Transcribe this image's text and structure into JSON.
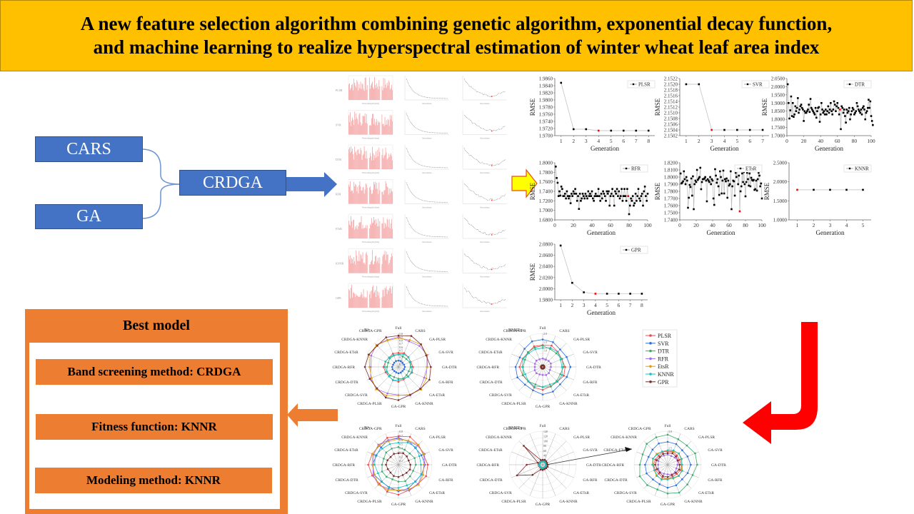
{
  "title": {
    "line1": "A new feature selection algorithm combining genetic algorithm, exponential decay function,",
    "line2": "and machine learning to realize hyperspectral estimation of winter wheat leaf area index"
  },
  "flow": {
    "input1": "CARS",
    "input2": "GA",
    "merged": "CRDGA"
  },
  "best_model": {
    "heading": "Best model",
    "items": [
      "Band screening method: CRDGA",
      "Fitness function: KNNR",
      "Modeling method: KNNR"
    ]
  },
  "colors": {
    "title_bg": "#FFC000",
    "flow_box": "#4472C4",
    "best_model": "#ED7D31",
    "yellow_arrow": "#FFFF00",
    "red_arrow": "#FF0000",
    "best_point": "#FF0000"
  },
  "spectral_panel": {
    "models": [
      "PLSR",
      "SVR",
      "DTR",
      "RFR",
      "ETsR",
      "KNNR",
      "GPR"
    ],
    "col1_xlabel": "Wavelength (nm)",
    "col1_ylabel": "Iterations",
    "col2_xlabel": "Iterations",
    "col2_ylabel": "Number of bands",
    "col3_xlabel": "Iterations",
    "col3_ylabel": "RMSE"
  },
  "chart_data": [
    {
      "type": "line",
      "legend": "PLSR",
      "xlabel": "Generation",
      "ylabel": "RMSE",
      "ylim": [
        1.97,
        1.986
      ],
      "yticks": [
        "1.9700",
        "1.9720",
        "1.9740",
        "1.9760",
        "1.9780",
        "1.9800",
        "1.9820",
        "1.9840",
        "1.9860"
      ],
      "xticks": [
        "1",
        "2",
        "3",
        "4",
        "5",
        "6",
        "7",
        "8"
      ],
      "x": [
        1,
        2,
        3,
        4,
        5,
        6,
        7,
        8
      ],
      "y": [
        1.9848,
        1.9718,
        1.9718,
        1.9714,
        1.9714,
        1.9714,
        1.9714,
        1.9714
      ],
      "best_index": 3
    },
    {
      "type": "line",
      "legend": "SVR",
      "xlabel": "Generation",
      "ylabel": "RMSE",
      "ylim": [
        2.1502,
        2.1522
      ],
      "yticks": [
        "2.1502",
        "2.1504",
        "2.1506",
        "2.1508",
        "2.1510",
        "2.1512",
        "2.1514",
        "2.1516",
        "2.1518",
        "2.1520",
        "2.1522"
      ],
      "xticks": [
        "1",
        "2",
        "3",
        "4",
        "5",
        "6",
        "7"
      ],
      "x": [
        1,
        2,
        3,
        4,
        5,
        6,
        7
      ],
      "y": [
        2.152,
        2.152,
        2.1504,
        2.1504,
        2.1504,
        2.1504,
        2.1504
      ],
      "best_index": 2
    },
    {
      "type": "line",
      "legend": "DTR",
      "xlabel": "Generation",
      "ylabel": "RMSE",
      "ylim": [
        1.7,
        2.05
      ],
      "yticks": [
        "1.7000",
        "1.7500",
        "1.8000",
        "1.8500",
        "1.9000",
        "1.9500",
        "2.0000",
        "2.0500"
      ],
      "xticks": [
        "0",
        "20",
        "40",
        "60",
        "80",
        "100"
      ],
      "x_range": [
        1,
        100
      ],
      "y": [
        2.015,
        1.9,
        1.805,
        1.855,
        1.94,
        1.82,
        1.9,
        1.815,
        1.83,
        1.88,
        1.85,
        1.87,
        1.93,
        1.84,
        1.86,
        1.88,
        1.89,
        1.87,
        1.86,
        1.79,
        1.85,
        1.84,
        1.84,
        1.85,
        1.86,
        1.89,
        1.845,
        1.925,
        1.87,
        1.86,
        1.85,
        1.84,
        1.83,
        1.87,
        1.81,
        1.85,
        1.87,
        1.875,
        1.785,
        1.83,
        1.9,
        1.86,
        1.84,
        1.85,
        1.83,
        1.86,
        1.83,
        1.85,
        1.88,
        1.84,
        1.86,
        1.9,
        1.85,
        1.83,
        1.86,
        1.91,
        1.89,
        1.85,
        1.88,
        1.9,
        1.87,
        1.83,
        1.86,
        1.74,
        1.88,
        1.87,
        1.84,
        1.86,
        1.82,
        1.78,
        1.86,
        1.84,
        1.85,
        1.87,
        1.8,
        1.83,
        1.85,
        1.87,
        1.86,
        1.83,
        1.84,
        1.85,
        1.9,
        1.88,
        1.86,
        1.85,
        1.84,
        1.86,
        1.83,
        1.87,
        1.88,
        1.86,
        1.8,
        1.84,
        1.85,
        1.87,
        1.92,
        1.87,
        1.91,
        1.82,
        1.79,
        1.765
      ],
      "best_index": 62
    },
    {
      "type": "line",
      "legend": "RFR",
      "xlabel": "Generation",
      "ylabel": "RMSE",
      "ylim": [
        1.68,
        1.8
      ],
      "yticks": [
        "1.6800",
        "1.7000",
        "1.7200",
        "1.7400",
        "1.7600",
        "1.7800",
        "1.8000"
      ],
      "xticks": [
        "0",
        "20",
        "40",
        "60",
        "80",
        "100"
      ],
      "x_range": [
        1,
        100
      ],
      "y": [
        1.792,
        1.768,
        1.758,
        1.73,
        1.74,
        1.731,
        1.75,
        1.745,
        1.73,
        1.73,
        1.735,
        1.725,
        1.74,
        1.73,
        1.725,
        1.73,
        1.715,
        1.735,
        1.73,
        1.74,
        1.735,
        1.745,
        1.735,
        1.72,
        1.73,
        1.703,
        1.735,
        1.72,
        1.725,
        1.735,
        1.73,
        1.725,
        1.735,
        1.73,
        1.725,
        1.74,
        1.73,
        1.735,
        1.73,
        1.74,
        1.725,
        1.72,
        1.73,
        1.735,
        1.73,
        1.73,
        1.745,
        1.73,
        1.72,
        1.735,
        1.725,
        1.74,
        1.735,
        1.73,
        1.72,
        1.74,
        1.735,
        1.74,
        1.71,
        1.73,
        1.735,
        1.745,
        1.73,
        1.71,
        1.74,
        1.735,
        1.745,
        1.73,
        1.74,
        1.725,
        1.73,
        1.745,
        1.72,
        1.73,
        1.745,
        1.73,
        1.72,
        1.745,
        1.73,
        1.692,
        1.71,
        1.725,
        1.72,
        1.73,
        1.71,
        1.715,
        1.735,
        1.72,
        1.73,
        1.745,
        1.725,
        1.72,
        1.73,
        1.735,
        1.71,
        1.74,
        1.75,
        1.73,
        1.72,
        1.735
      ],
      "best_index": 78
    },
    {
      "type": "line",
      "legend": "ETsR",
      "xlabel": "Generation",
      "ylabel": "RMSE",
      "ylim": [
        1.74,
        1.82
      ],
      "yticks": [
        "1.7400",
        "1.7500",
        "1.7600",
        "1.7700",
        "1.7800",
        "1.7900",
        "1.8000",
        "1.8100",
        "1.8200"
      ],
      "xticks": [
        "0",
        "20",
        "40",
        "60",
        "80",
        "100"
      ],
      "x_range": [
        1,
        100
      ],
      "y": [
        1.805,
        1.791,
        1.792,
        1.794,
        1.808,
        1.797,
        1.79,
        1.8,
        1.795,
        1.757,
        1.771,
        1.789,
        1.786,
        1.798,
        1.774,
        1.801,
        1.755,
        1.79,
        1.795,
        1.793,
        1.81,
        1.796,
        1.798,
        1.8,
        1.813,
        1.783,
        1.793,
        1.797,
        1.797,
        1.798,
        1.8,
        1.795,
        1.766,
        1.797,
        1.795,
        1.793,
        1.8,
        1.79,
        1.797,
        1.795,
        1.77,
        1.761,
        1.811,
        1.802,
        1.792,
        1.797,
        1.787,
        1.775,
        1.808,
        1.8,
        1.777,
        1.795,
        1.809,
        1.777,
        1.797,
        1.794,
        1.798,
        1.771,
        1.795,
        1.788,
        1.79,
        1.808,
        1.755,
        1.787,
        1.795,
        1.794,
        1.774,
        1.806,
        1.8,
        1.812,
        1.79,
        1.802,
        1.752,
        1.78,
        1.787,
        1.805,
        1.793,
        1.807,
        1.79,
        1.773,
        1.793,
        1.806,
        1.797,
        1.788,
        1.805,
        1.787,
        1.799,
        1.796,
        1.795,
        1.796,
        1.782,
        1.783,
        1.795,
        1.781,
        1.797,
        1.806,
        1.802,
        1.787,
        1.791,
        1.77
      ],
      "best_index": 72
    },
    {
      "type": "line",
      "legend": "KNNR",
      "xlabel": "Generation",
      "ylabel": "RMSE",
      "ylim": [
        1.0,
        2.5
      ],
      "yticks": [
        "1.0000",
        "1.5000",
        "2.0000",
        "2.5000"
      ],
      "xticks": [
        "1",
        "2",
        "3",
        "4",
        "5"
      ],
      "x": [
        1,
        2,
        3,
        4,
        5
      ],
      "y": [
        1.79,
        1.79,
        1.79,
        1.79,
        1.79
      ],
      "best_index": 0
    },
    {
      "type": "line",
      "legend": "GPR",
      "xlabel": "Generation",
      "ylabel": "RMSE",
      "ylim": [
        1.98,
        2.08
      ],
      "yticks": [
        "1.9800",
        "2.0000",
        "2.0200",
        "2.0400",
        "2.0600",
        "2.0800"
      ],
      "xticks": [
        "1",
        "2",
        "3",
        "4",
        "5",
        "6",
        "7",
        "8"
      ],
      "x": [
        1,
        2,
        3,
        4,
        5,
        6,
        7,
        8
      ],
      "y": [
        2.0775,
        2.0105,
        1.9935,
        1.991,
        1.991,
        1.991,
        1.991,
        1.991
      ],
      "best_index": 3
    }
  ],
  "radar": {
    "axes": [
      "Full",
      "CARS",
      "GA-PLSR",
      "GA-SVR",
      "GA-DTR",
      "GA-RFR",
      "GA-ETsR",
      "GA-KNNR",
      "GA-GPR",
      "CRDGA-PLSR",
      "CRDGA-SVR",
      "CRDGA-DTR",
      "CRDGA-RFR",
      "CRDGA-ETsR",
      "CRDGA-KNNR",
      "CRDGA-GPR"
    ],
    "legend": [
      {
        "name": "PLSR",
        "color": "#F04848"
      },
      {
        "name": "SVR",
        "color": "#2E6FDB"
      },
      {
        "name": "DTR",
        "color": "#3BAA6E"
      },
      {
        "name": "RFR",
        "color": "#A66BE8"
      },
      {
        "name": "EtsR",
        "color": "#E0A010"
      },
      {
        "name": "KNNR",
        "color": "#19C2C2"
      },
      {
        "name": "GPR",
        "color": "#7A2E2E"
      }
    ],
    "charts": [
      {
        "label": "R²c",
        "ticks": [
          "0.1",
          "0.2",
          "0.3",
          "0.4",
          "0.5",
          "0.6",
          "0.7",
          "0.8",
          "0.9",
          "1.0"
        ],
        "max": 1.0
      },
      {
        "label": "RMSEc",
        "ticks": [
          "0.5",
          "1.0",
          "1.5",
          "2.0"
        ],
        "max": 2.0
      },
      {
        "label": "R²v",
        "ticks": [
          "0.1",
          "0.2",
          "0.3",
          "0.4",
          "0.5",
          "0.6",
          "0.7",
          "0.8"
        ],
        "max": 0.8
      },
      {
        "label": "RMSEv",
        "ticks": [
          "20",
          "40",
          "60",
          "80",
          "100",
          "120",
          "140"
        ],
        "max": 140
      },
      {
        "label": "",
        "ticks": [
          "2.5",
          "3.0"
        ],
        "max": 3.0
      }
    ]
  }
}
